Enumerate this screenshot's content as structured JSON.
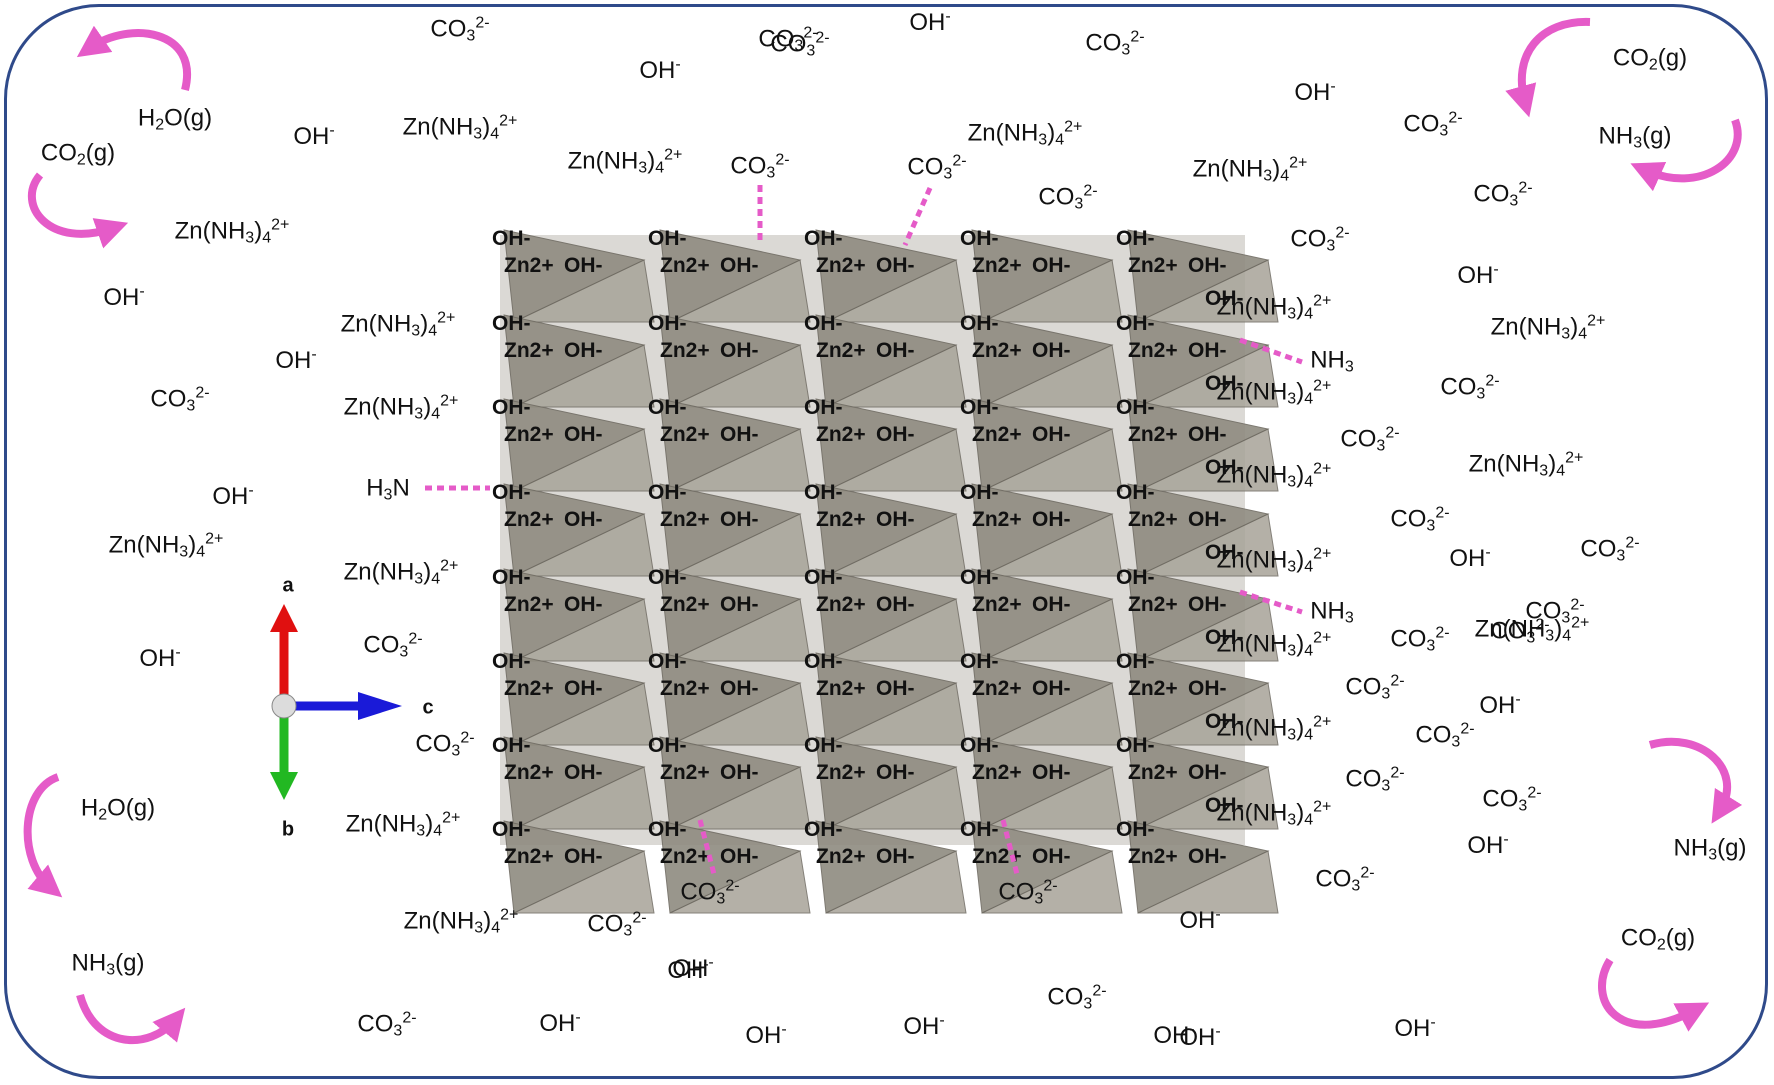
{
  "ions": [
    {
      "id": "t1",
      "base": "CO",
      "sub": "3",
      "sup": "2-"
    },
    {
      "id": "t2",
      "base": "OH",
      "sub": "",
      "sup": "-"
    },
    {
      "id": "t3",
      "base": "CO",
      "sub": "3",
      "sup": "2-"
    },
    {
      "id": "t4",
      "base": "OH",
      "sub": "",
      "sup": "-"
    },
    {
      "id": "t5",
      "base": "CO",
      "sub": "3",
      "sup": "2-"
    },
    {
      "id": "t6",
      "base": "OH",
      "sub": "",
      "sup": "-"
    },
    {
      "id": "t7",
      "base": "CO",
      "sub": "3",
      "sup": "2-"
    },
    {
      "id": "t8",
      "base": "OH",
      "sub": "",
      "sup": "-"
    },
    {
      "id": "t9",
      "base": "Zn(NH",
      "sub": "3",
      "tail": ")",
      "sub2": "4",
      "sup": "2+"
    },
    {
      "id": "t10",
      "base": "Zn(NH",
      "sub": "3",
      "tail": ")",
      "sub2": "4",
      "sup": "2+"
    },
    {
      "id": "t11",
      "base": "CO",
      "sub": "3",
      "sup": "2-"
    },
    {
      "id": "t12",
      "base": "CO",
      "sub": "3",
      "sup": "2-"
    },
    {
      "id": "t13",
      "base": "Zn(NH",
      "sub": "3",
      "tail": ")",
      "sub2": "4",
      "sup": "2+"
    },
    {
      "id": "t14",
      "base": "Zn(NH",
      "sub": "3",
      "tail": ")",
      "sub2": "4",
      "sup": "2+"
    },
    {
      "id": "t15",
      "base": "CO",
      "sub": "3",
      "sup": "2-"
    },
    {
      "id": "t16",
      "base": "CO",
      "sub": "3",
      "sup": "2-"
    },
    {
      "id": "t17",
      "base": "CO",
      "sub": "3",
      "sup": "2-"
    },
    {
      "id": "t18",
      "base": "CO",
      "sub": "3",
      "sup": "2-"
    },
    {
      "id": "t19",
      "base": "Zn(NH",
      "sub": "3",
      "tail": ")",
      "sub2": "4",
      "sup": "2+"
    },
    {
      "id": "t20",
      "base": "OH",
      "sub": "",
      "sup": "-"
    },
    {
      "id": "t21",
      "base": "OH",
      "sub": "",
      "sup": "-"
    },
    {
      "id": "t22",
      "base": "Zn(NH",
      "sub": "3",
      "tail": ")",
      "sub2": "4",
      "sup": "2+"
    },
    {
      "id": "t23",
      "base": "OH",
      "sub": "",
      "sup": "-"
    },
    {
      "id": "t24",
      "base": "CO",
      "sub": "3",
      "sup": "2-"
    },
    {
      "id": "t25",
      "base": "Zn(NH",
      "sub": "3",
      "tail": ")",
      "sub2": "4",
      "sup": "2+"
    },
    {
      "id": "t26",
      "base": "OH",
      "sub": "",
      "sup": "-"
    },
    {
      "id": "t27",
      "base": "Zn(NH",
      "sub": "3",
      "tail": ")",
      "sub2": "4",
      "sup": "2+"
    },
    {
      "id": "t28",
      "base": "CO",
      "sub": "3",
      "sup": "2-"
    },
    {
      "id": "t29",
      "base": "OH",
      "sub": "",
      "sup": "-"
    },
    {
      "id": "t30",
      "base": "CO",
      "sub": "3",
      "sup": "2-"
    },
    {
      "id": "t31",
      "base": "Zn(NH",
      "sub": "3",
      "tail": ")",
      "sub2": "4",
      "sup": "2+"
    },
    {
      "id": "t32",
      "base": "OH",
      "sub": "",
      "sup": "-"
    },
    {
      "id": "t33",
      "base": "CO",
      "sub": "3",
      "sup": "2-"
    },
    {
      "id": "t34",
      "base": "CO",
      "sub": "3",
      "sup": "2-"
    },
    {
      "id": "t35",
      "base": "OH",
      "sub": "",
      "sup": "-"
    },
    {
      "id": "t36",
      "base": "CO",
      "sub": "3",
      "sup": "2-"
    },
    {
      "id": "t37",
      "base": "Zn(NH",
      "sub": "3",
      "tail": ")",
      "sub2": "4",
      "sup": "2+"
    },
    {
      "id": "t38",
      "base": "Zn(NH",
      "sub": "3",
      "tail": ")",
      "sub2": "4",
      "sup": "2+"
    },
    {
      "id": "t39",
      "base": "OH",
      "sub": "",
      "sup": "-"
    },
    {
      "id": "t40",
      "base": "CO",
      "sub": "3",
      "sup": "2-"
    },
    {
      "id": "t41",
      "base": "CO",
      "sub": "3",
      "sup": "2-"
    },
    {
      "id": "t42",
      "base": "CO",
      "sub": "3",
      "sup": "2-"
    },
    {
      "id": "t43",
      "base": "CO",
      "sub": "3",
      "sup": "2-"
    },
    {
      "id": "t44",
      "base": "OH",
      "sub": "",
      "sup": "-"
    },
    {
      "id": "t45",
      "base": "OH",
      "sub": "",
      "sup": "-"
    },
    {
      "id": "t46",
      "base": "CO",
      "sub": "3",
      "sup": "2-"
    },
    {
      "id": "t47",
      "base": "CO",
      "sub": "3",
      "sup": "2-"
    },
    {
      "id": "t48",
      "base": "Zn(NH",
      "sub": "3",
      "tail": ")",
      "sub2": "4",
      "sup": "2+"
    },
    {
      "id": "t49",
      "base": "CO",
      "sub": "3",
      "sup": "2-"
    },
    {
      "id": "t50",
      "base": "Zn(NH",
      "sub": "3",
      "tail": ")",
      "sub2": "4",
      "sup": "2+"
    },
    {
      "id": "t51",
      "base": "CO",
      "sub": "3",
      "sup": "2-"
    },
    {
      "id": "t52",
      "base": "Zn(NH",
      "sub": "3",
      "tail": ")",
      "sub2": "4",
      "sup": "2+"
    },
    {
      "id": "t53",
      "base": "OH",
      "sub": "",
      "sup": "-"
    },
    {
      "id": "t54",
      "base": "OH",
      "sub": "",
      "sup": "-"
    },
    {
      "id": "t55",
      "base": "CO",
      "sub": "3",
      "sup": "2-"
    },
    {
      "id": "t56",
      "base": "OH",
      "sub": "",
      "sup": "-"
    },
    {
      "id": "t57",
      "base": "OH",
      "sub": "",
      "sup": "-"
    },
    {
      "id": "t58",
      "base": "OH",
      "sub": "",
      "sup": "-"
    },
    {
      "id": "t59",
      "base": "OH",
      "sub": "",
      "sup": "-"
    },
    {
      "id": "t60",
      "base": "OH",
      "sub": "",
      "sup": "-"
    },
    {
      "id": "t61",
      "base": "CO",
      "sub": "3",
      "sup": "2-"
    }
  ],
  "gases": [
    {
      "id": "g1",
      "base": "H",
      "sub": "2",
      "tail": "O(g)"
    },
    {
      "id": "g2",
      "base": "CO",
      "sub": "2",
      "tail": "(g)"
    },
    {
      "id": "g3",
      "base": "CO",
      "sub": "2",
      "tail": "(g)"
    },
    {
      "id": "g4",
      "base": "NH",
      "sub": "3",
      "tail": "(g)"
    },
    {
      "id": "g5",
      "base": "H",
      "sub": "2",
      "tail": "O(g)"
    },
    {
      "id": "g6",
      "base": "NH",
      "sub": "3",
      "tail": "(g)"
    },
    {
      "id": "g7",
      "base": "NH",
      "sub": "3",
      "tail": "(g)"
    },
    {
      "id": "g8",
      "base": "CO",
      "sub": "2",
      "tail": "(g)"
    }
  ],
  "adsorbed": [
    {
      "id": "a1",
      "base": "H",
      "sub": "3",
      "tail": "N"
    },
    {
      "id": "a2",
      "base": "NH",
      "sub": "3",
      "tail": ""
    },
    {
      "id": "a3",
      "base": "NH",
      "sub": "3",
      "tail": ""
    },
    {
      "id": "a4",
      "base": "CO",
      "sub": "3",
      "sup": "2-"
    },
    {
      "id": "a5",
      "base": "CO",
      "sub": "3",
      "sup": "2-"
    },
    {
      "id": "a6",
      "base": "CO",
      "sub": "3",
      "sup": "2-"
    },
    {
      "id": "a7",
      "base": "CO",
      "sub": "3",
      "sup": "2-"
    }
  ],
  "lattice": {
    "cation_label": "Zn2+",
    "anion_label": "OH-",
    "edge_complex_label": "Zn(NH",
    "edge_complex_sub": "3",
    "edge_complex_tail": ")",
    "edge_complex_sub2": "4",
    "edge_complex_sup": "2+"
  },
  "axes": {
    "a": "a",
    "b": "b",
    "c": "c"
  },
  "colors": {
    "frame": "#2f4a8a",
    "arrow": "#e55bc8",
    "link": "#e55bc8",
    "tetra": "#8f8b80",
    "axis_a": "#e01010",
    "axis_b": "#22b822",
    "axis_c": "#1a1ad8"
  }
}
